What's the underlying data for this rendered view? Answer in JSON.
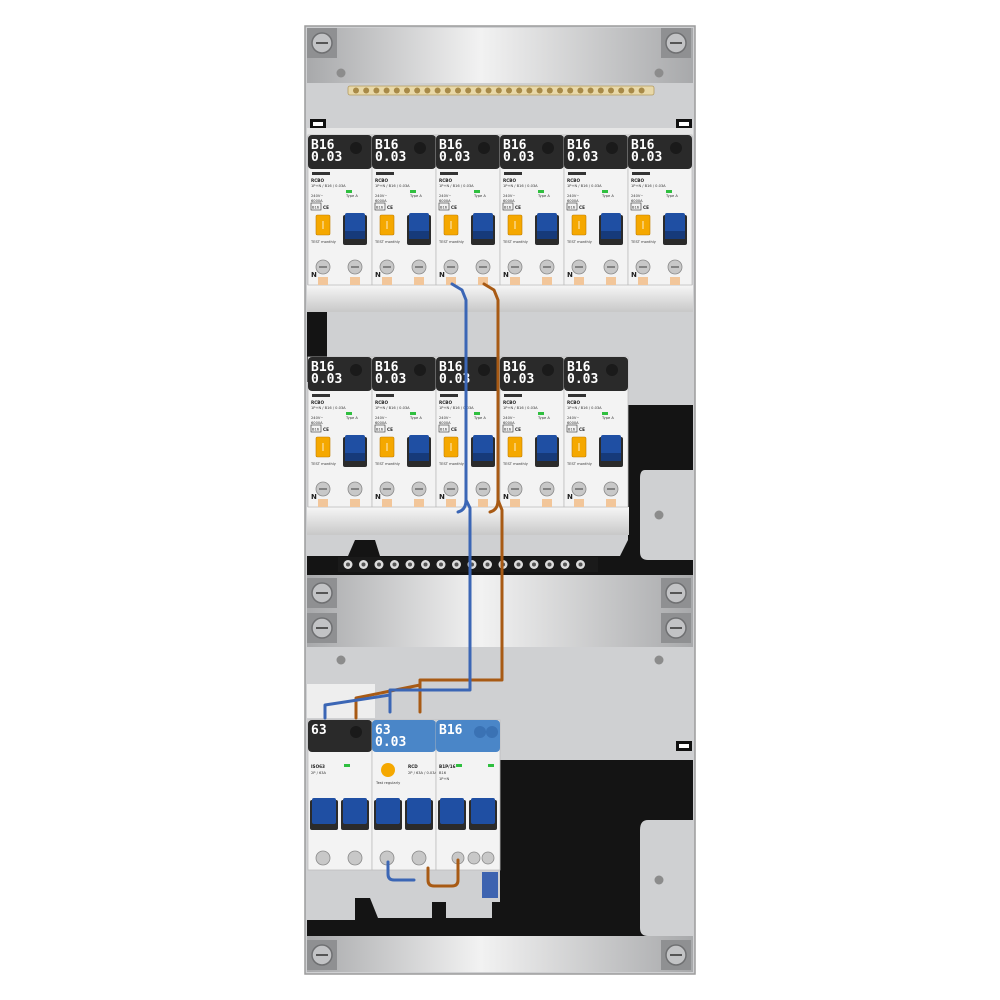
{
  "rows": [
    {
      "name": "row-1",
      "devices": [
        {
          "type": "rcbo",
          "rating": "B16",
          "sensitivity": "0.03",
          "model": "RCBO",
          "spec": "1P+N / B16 / 0.03A",
          "voltage": "240V~",
          "breaking": "6000A",
          "id_text": "B16",
          "n_label": "N",
          "type_text": "Type A",
          "footer": "TEST monthly"
        },
        {
          "type": "rcbo",
          "rating": "B16",
          "sensitivity": "0.03",
          "model": "RCBO",
          "spec": "1P+N / B16 / 0.03A",
          "voltage": "240V~",
          "breaking": "6000A",
          "id_text": "B16",
          "n_label": "N",
          "type_text": "Type A",
          "footer": "TEST monthly"
        },
        {
          "type": "rcbo",
          "rating": "B16",
          "sensitivity": "0.03",
          "model": "RCBO",
          "spec": "1P+N / B16 / 0.03A",
          "voltage": "240V~",
          "breaking": "6000A",
          "id_text": "B16",
          "n_label": "N",
          "type_text": "Type A",
          "footer": "TEST monthly"
        },
        {
          "type": "rcbo",
          "rating": "B16",
          "sensitivity": "0.03",
          "model": "RCBO",
          "spec": "1P+N / B16 / 0.03A",
          "voltage": "240V~",
          "breaking": "6000A",
          "id_text": "B16",
          "n_label": "N",
          "type_text": "Type A",
          "footer": "TEST monthly"
        },
        {
          "type": "rcbo",
          "rating": "B16",
          "sensitivity": "0.03",
          "model": "RCBO",
          "spec": "1P+N / B16 / 0.03A",
          "voltage": "240V~",
          "breaking": "6000A",
          "id_text": "B16",
          "n_label": "N",
          "type_text": "Type A",
          "footer": "TEST monthly"
        },
        {
          "type": "rcbo",
          "rating": "B16",
          "sensitivity": "0.03",
          "model": "RCBO",
          "spec": "1P+N / B16 / 0.03A",
          "voltage": "240V~",
          "breaking": "6000A",
          "id_text": "B16",
          "n_label": "N",
          "type_text": "Type A",
          "footer": "TEST monthly"
        }
      ]
    },
    {
      "name": "row-2",
      "devices": [
        {
          "type": "rcbo",
          "rating": "B16",
          "sensitivity": "0.03",
          "model": "RCBO",
          "spec": "1P+N / B16 / 0.03A",
          "voltage": "240V~",
          "breaking": "6000A",
          "id_text": "B16",
          "n_label": "N",
          "type_text": "Type A",
          "footer": "TEST monthly"
        },
        {
          "type": "rcbo",
          "rating": "B16",
          "sensitivity": "0.03",
          "model": "RCBO",
          "spec": "1P+N / B16 / 0.03A",
          "voltage": "240V~",
          "breaking": "6000A",
          "id_text": "B16",
          "n_label": "N",
          "type_text": "Type A",
          "footer": "TEST monthly"
        },
        {
          "type": "rcbo",
          "rating": "B16",
          "sensitivity": "0.03",
          "model": "RCBO",
          "spec": "1P+N / B16 / 0.03A",
          "voltage": "240V~",
          "breaking": "6000A",
          "id_text": "B16",
          "n_label": "N",
          "type_text": "Type A",
          "footer": "TEST monthly"
        },
        {
          "type": "rcbo",
          "rating": "B16",
          "sensitivity": "0.03",
          "model": "RCBO",
          "spec": "1P+N / B16 / 0.03A",
          "voltage": "240V~",
          "breaking": "6000A",
          "id_text": "B16",
          "n_label": "N",
          "type_text": "Type A",
          "footer": "TEST monthly"
        },
        {
          "type": "rcbo",
          "rating": "B16",
          "sensitivity": "0.03",
          "model": "RCBO",
          "spec": "1P+N / B16 / 0.03A",
          "voltage": "240V~",
          "breaking": "6000A",
          "id_text": "B16",
          "n_label": "N",
          "type_text": "Type A",
          "footer": "TEST monthly"
        }
      ]
    }
  ],
  "bottom_row": {
    "main_switch": {
      "label": "63",
      "model": "ISO63",
      "text": "2P / 63A"
    },
    "rcd": {
      "label_line1": "63",
      "label_line2": "0.03",
      "model": "RCD",
      "test_text": "Test regularly",
      "spec": "2P / 63A / 0.03A"
    },
    "mcb": {
      "label": "B16",
      "model": "B1P/16",
      "rating_text": "B16",
      "spec": "1P+N"
    }
  },
  "colors": {
    "panel": "#cfd0d2",
    "rail": "#1a1a1a",
    "label_strip_dark": "#2a2a2a",
    "label_strip_blue": "#4a86c8",
    "device_body": "#f3f3f3",
    "toggle_blue": "#1f4fa3",
    "test_orange": "#f5a800",
    "wire_blue": "#3b66b5",
    "wire_brown": "#a85a14",
    "busbar_brass": "#c9a86a"
  },
  "icons": [
    "screw-icon",
    "ce-mark-icon",
    "test-button-icon",
    "busbar-icon"
  ]
}
